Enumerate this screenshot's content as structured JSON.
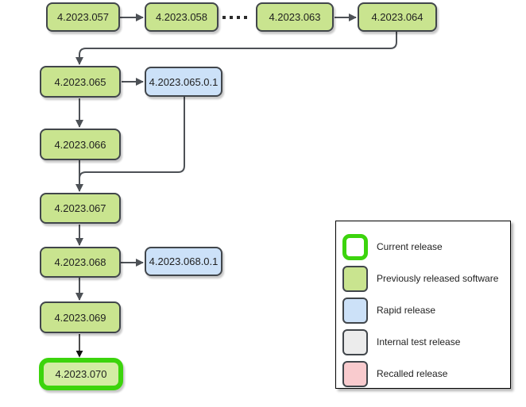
{
  "nodes": [
    {
      "label": "4.2023.057",
      "kind": "released"
    },
    {
      "label": "4.2023.058",
      "kind": "released"
    },
    {
      "label": "4.2023.063",
      "kind": "released"
    },
    {
      "label": "4.2023.064",
      "kind": "released"
    },
    {
      "label": "4.2023.065",
      "kind": "released"
    },
    {
      "label": "4.2023.065.0.1",
      "kind": "rapid"
    },
    {
      "label": "4.2023.066",
      "kind": "released"
    },
    {
      "label": "4.2023.067",
      "kind": "released"
    },
    {
      "label": "4.2023.068",
      "kind": "released"
    },
    {
      "label": "4.2023.068.0.1",
      "kind": "rapid"
    },
    {
      "label": "4.2023.069",
      "kind": "released"
    },
    {
      "label": "4.2023.070",
      "kind": "current"
    }
  ],
  "edges": [
    {
      "from": "4.2023.057",
      "to": "4.2023.058",
      "style": "solid-arrow"
    },
    {
      "from": "4.2023.058",
      "to": "4.2023.063",
      "style": "dotted-no-arrow"
    },
    {
      "from": "4.2023.063",
      "to": "4.2023.064",
      "style": "solid-arrow"
    },
    {
      "from": "4.2023.064",
      "to": "4.2023.065",
      "style": "solid-arrow-elbow"
    },
    {
      "from": "4.2023.065",
      "to": "4.2023.065.0.1",
      "style": "solid-arrow"
    },
    {
      "from": "4.2023.065",
      "to": "4.2023.066",
      "style": "solid-arrow"
    },
    {
      "from": "4.2023.065.0.1",
      "to": "4.2023.067",
      "style": "solid-elbow-merge"
    },
    {
      "from": "4.2023.066",
      "to": "4.2023.067",
      "style": "solid-arrow"
    },
    {
      "from": "4.2023.067",
      "to": "4.2023.068",
      "style": "solid-arrow"
    },
    {
      "from": "4.2023.068",
      "to": "4.2023.068.0.1",
      "style": "solid-arrow"
    },
    {
      "from": "4.2023.068",
      "to": "4.2023.069",
      "style": "solid-arrow"
    },
    {
      "from": "4.2023.069",
      "to": "4.2023.070",
      "style": "thin-black-arrow"
    }
  ],
  "legend": {
    "items": [
      {
        "label": "Current release",
        "kind": "current"
      },
      {
        "label": "Previously released software",
        "kind": "released"
      },
      {
        "label": "Rapid release",
        "kind": "rapid"
      },
      {
        "label": "Internal test release",
        "kind": "internal"
      },
      {
        "label": "Recalled release",
        "kind": "recalled"
      }
    ]
  },
  "colors": {
    "released_fill": "#c9e48f",
    "current_fill": "#d3eca4",
    "rapid_fill": "#cce1f8",
    "internal_fill": "#ececec",
    "recalled_fill": "#f9cbce",
    "current_border": "#3cd40d",
    "node_border": "#41464b",
    "connector": "#4d5156",
    "legend_border": "#000000",
    "background": "#ffffff"
  }
}
